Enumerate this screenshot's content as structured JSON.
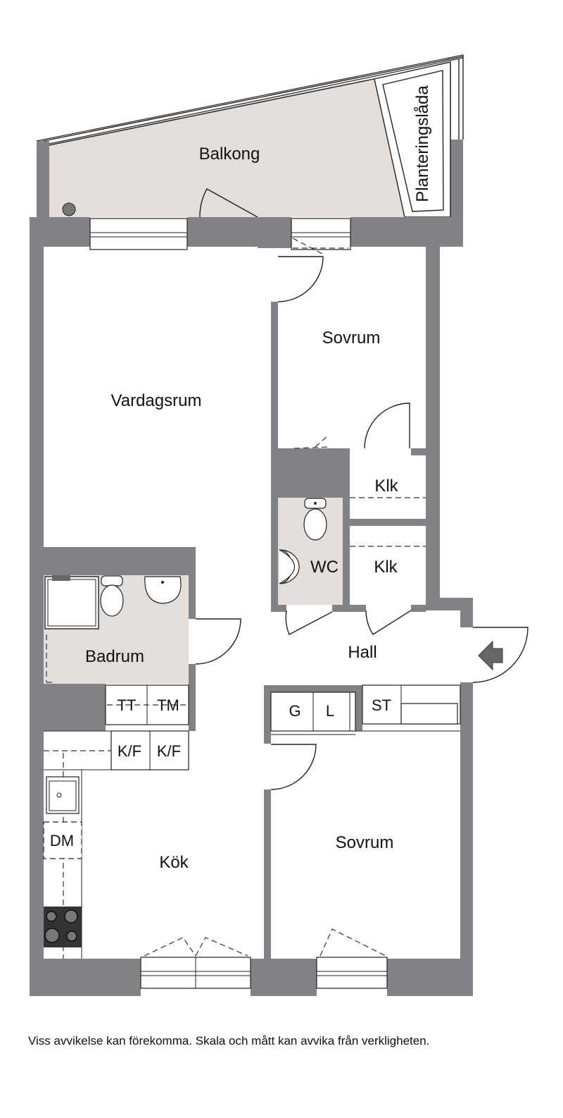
{
  "labels": {
    "balkong": "Balkong",
    "planteringslada": "Planteringslåda",
    "sovrum_top": "Sovrum",
    "vardagsrum": "Vardagsrum",
    "klk_top": "Klk",
    "klk_bottom": "Klk",
    "wc": "WC",
    "badrum": "Badrum",
    "hall": "Hall",
    "tt": "TT",
    "tm": "TM",
    "g": "G",
    "l": "L",
    "st": "ST",
    "kf1": "K/F",
    "kf2": "K/F",
    "dm": "DM",
    "kok": "Kök",
    "sovrum_bottom": "Sovrum"
  },
  "disclaimer": "Viss avvikelse kan förekomma. Skala och mått kan avvika från verkligheten.",
  "colors": {
    "wall": "#808285",
    "tile": "#e4dedb",
    "background": "#ffffff"
  }
}
